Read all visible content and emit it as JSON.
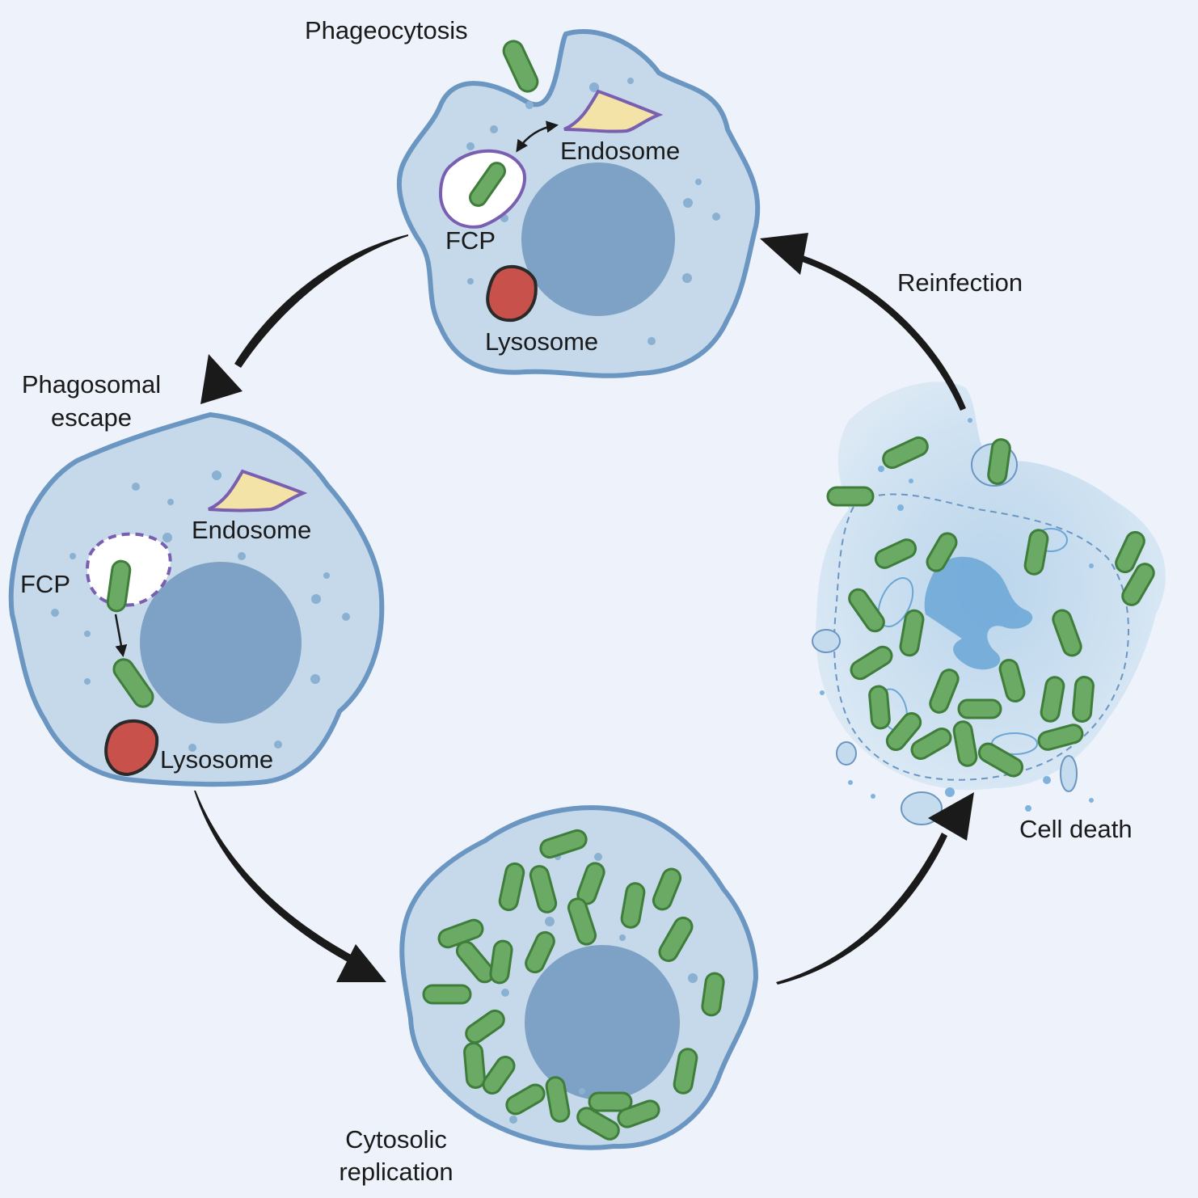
{
  "stages": {
    "phagocytosis": {
      "title": "Phageocytosis",
      "endosome": "Endosome",
      "fcp": "FCP",
      "lysosome": "Lysosome"
    },
    "phagosomal_escape": {
      "title_line1": "Phagosomal",
      "title_line2": "escape",
      "endosome": "Endosome",
      "fcp": "FCP",
      "lysosome": "Lysosome"
    },
    "cytosolic_replication": {
      "title_line1": "Cytosolic",
      "title_line2": "replication"
    },
    "cell_death": {
      "title": "Cell death"
    },
    "reinfection": {
      "title": "Reinfection"
    }
  },
  "colors": {
    "background": "#eef3fb",
    "cytoplasm": "#c5d9ea",
    "membrane": "#6b96c2",
    "nucleus": "#7ea2c6",
    "bacterium": "#6aaa64",
    "bacterium_outline": "#3f7d3a",
    "endosome": "#f3e3a6",
    "vesicle_outline": "#7a5fb0",
    "lysosome": "#c8514b",
    "arrow": "#1a1a1a"
  }
}
